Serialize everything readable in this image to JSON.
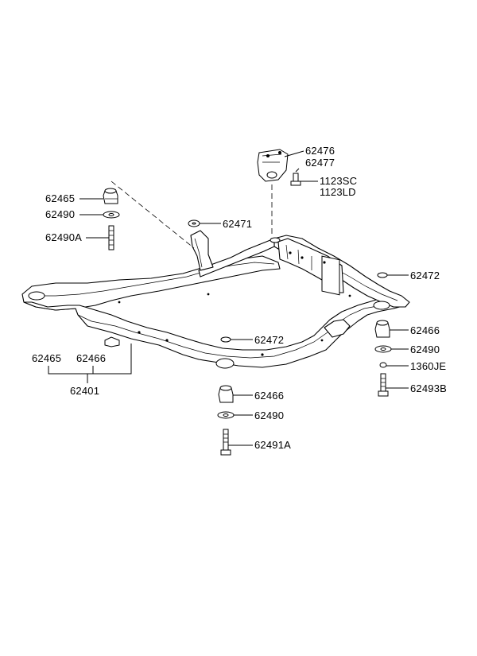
{
  "diagram": {
    "labels": {
      "l62476": "62476",
      "l62477": "62477",
      "l1123SC": "1123SC",
      "l1123LD": "1123LD",
      "l62465_top": "62465",
      "l62490_left": "62490",
      "l62490A": "62490A",
      "l62471": "62471",
      "l62472_right": "62472",
      "l62466_right": "62466",
      "l62490_right": "62490",
      "l1360JE": "1360JE",
      "l62493B": "62493B",
      "l62472_center": "62472",
      "l62465_group": "62465",
      "l62466_group": "62466",
      "l62401": "62401",
      "l62466_bottom": "62466",
      "l62490_bottom": "62490",
      "l62491A": "62491A"
    }
  }
}
